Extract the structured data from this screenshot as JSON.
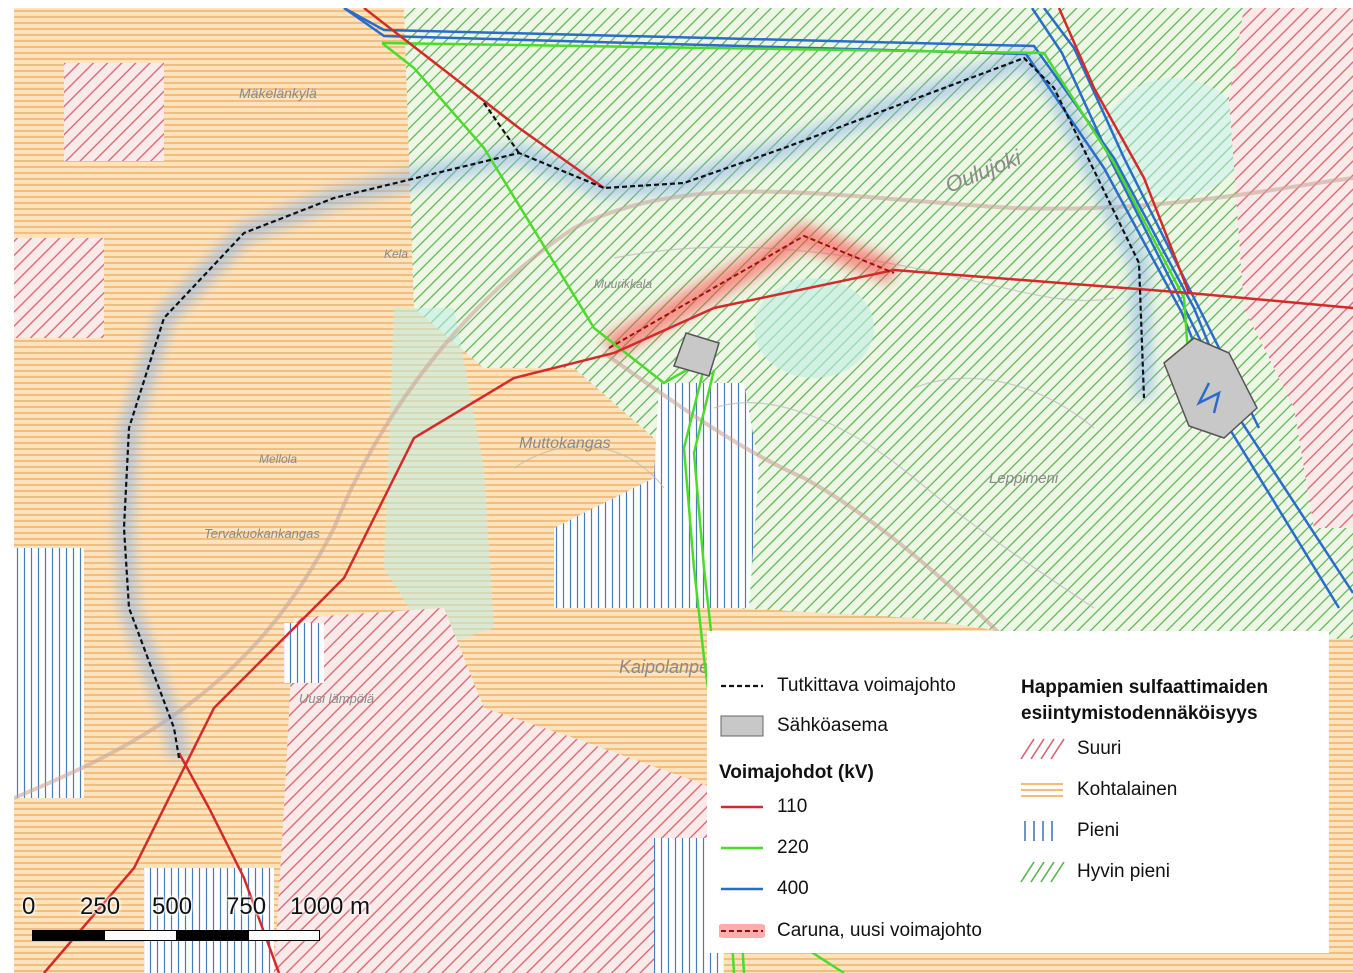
{
  "map": {
    "place_names": [
      "Mäkelänkylä",
      "Kela",
      "Muurikkala",
      "Muttokangas",
      "Mellola",
      "Tervakuokankangas",
      "Kaipolanperä",
      "Uusi lämpölä",
      "Leppimeni",
      "Oulujoki"
    ],
    "colors": {
      "line_110": "#d42a2a",
      "line_220": "#4bdc2a",
      "line_400": "#2a6ccc",
      "study_line": "#111111",
      "new_line_glow": "#ff4a4a",
      "substation": "#c8c8c8",
      "hatch_suuri": "#d9606a",
      "hatch_kohtalainen": "#f0a64a",
      "hatch_pieni": "#4a7ab8",
      "hatch_hyvin_pieni": "#55b44a"
    }
  },
  "legend": {
    "study_line": "Tutkittava voimajohto",
    "substation": "Sähköasema",
    "lines_title": "Voimajohdot (kV)",
    "line_110": "110",
    "line_220": "220",
    "line_400": "400",
    "new_line": "Caruna, uusi voimajohto",
    "acid_title_1": "Happamien sulfaattimaiden",
    "acid_title_2": "esiintymistodennäköisyys",
    "suuri": "Suuri",
    "kohtalainen": "Kohtalainen",
    "pieni": "Pieni",
    "hyvin_pieni": "Hyvin pieni"
  },
  "scale": {
    "labels": [
      "0",
      "250",
      "500",
      "750",
      "1000 m"
    ]
  }
}
